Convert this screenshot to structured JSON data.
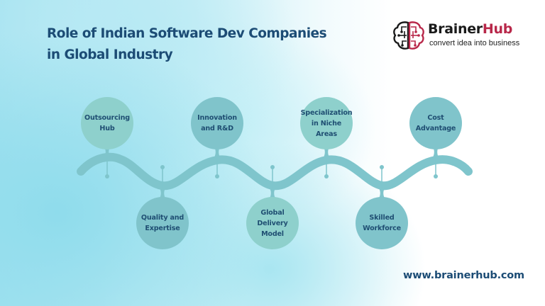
{
  "header": {
    "title_line1": "Role of Indian Software Dev Companies",
    "title_line2": "in Global Industry"
  },
  "logo": {
    "icon": "brain-circuit-icon",
    "name_part1": "Brainer",
    "name_part2": "Hub",
    "tagline": "convert idea into business",
    "colors": {
      "dark": "#1a1a1a",
      "accent": "#b8284a"
    }
  },
  "timeline": {
    "top_items": [
      {
        "label": "Outsourcing\nHub"
      },
      {
        "label": "Innovation\nand R&D"
      },
      {
        "label": "Specialization\nin Niche\nAreas"
      },
      {
        "label": "Cost\nAdvantage"
      }
    ],
    "bottom_items": [
      {
        "label": "Quality and\nExpertise"
      },
      {
        "label": "Global\nDelivery\nModel"
      },
      {
        "label": "Skilled\nWorkforce"
      }
    ],
    "colors": {
      "wave": "#7fc5cc",
      "circle_light": "#8ed0cc",
      "circle_dark": "#80c4cb",
      "text": "#1f4e72"
    }
  },
  "footer": {
    "url": "www.brainerhub.com"
  },
  "theme": {
    "title_color": "#1c4c75",
    "background_accent": "#a6e3f0"
  }
}
